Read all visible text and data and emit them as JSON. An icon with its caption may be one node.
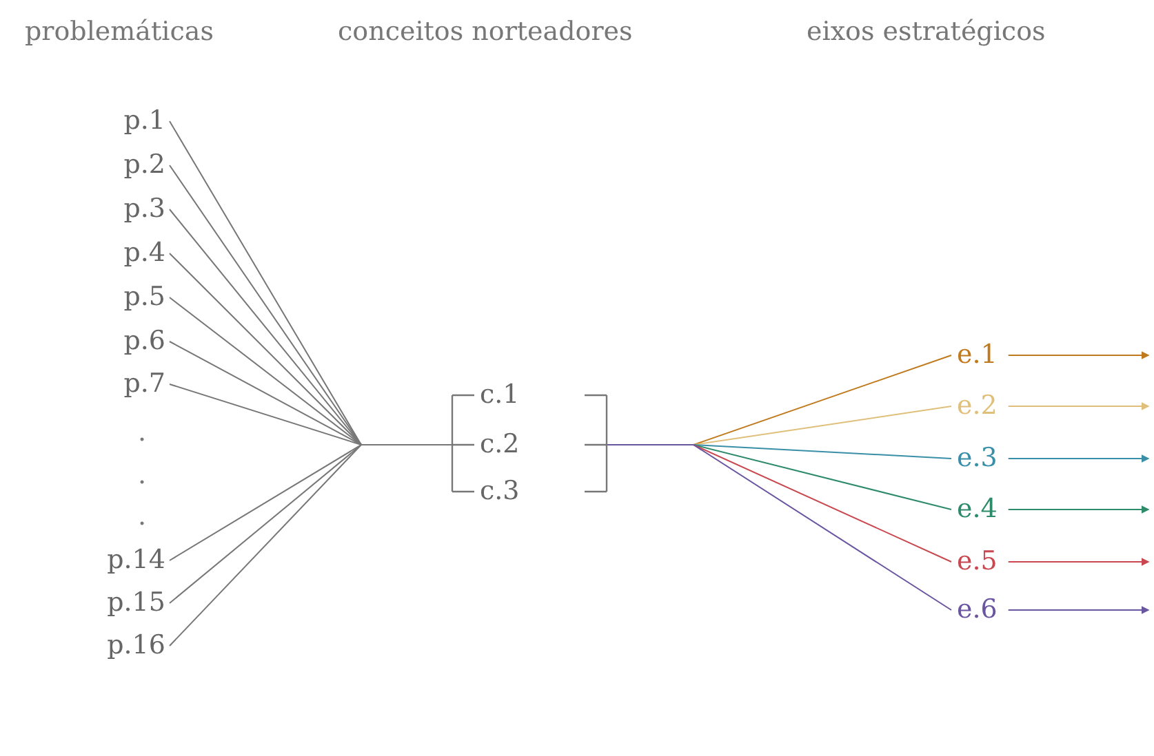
{
  "diagram": {
    "nodes": [
      {
        "text": [
          "p.1"
        ]
      },
      {
        "text": [
          "p.2"
        ]
      },
      {
        "text": [
          "p.3"
        ]
      },
      {
        "text": [
          "p.4"
        ]
      },
      {
        "text": [
          "p.5"
        ]
      },
      {
        "text": [
          "p.6"
        ]
      },
      {
        "text": [
          "p.7"
        ]
      },
      {
        "text": [
          "p.14"
        ]
      },
      {
        "text": [
          "p.15"
        ]
      },
      {
        "text": [
          "p.16"
        ]
      },
      {
        "text": [],
        "shape": "bracket"
      },
      {
        "text": [
          "c.1"
        ],
        "in": 10
      },
      {
        "text": [
          "c.2"
        ],
        "in": 10
      },
      {
        "text": [
          "c.3"
        ],
        "in": 10
      },
      {
        "text": [
          "e.1"
        ]
      },
      {
        "text": [
          "e.2"
        ]
      },
      {
        "text": [
          "e.3"
        ]
      },
      {
        "text": [
          "e.4"
        ]
      },
      {
        "text": [
          "e.5"
        ]
      },
      {
        "text": [
          "e.6"
        ]
      }
    ],
    "edges": [
      {
        "from": 0,
        "to": 10,
        "arrow": "none"
      },
      {
        "from": 1,
        "to": 10,
        "arrow": "none"
      },
      {
        "from": 2,
        "to": 10,
        "arrow": "none"
      },
      {
        "from": 3,
        "to": 10,
        "arrow": "none"
      },
      {
        "from": 4,
        "to": 10,
        "arrow": "none"
      },
      {
        "from": 5,
        "to": 10,
        "arrow": "none"
      },
      {
        "from": 6,
        "to": 10,
        "arrow": "none"
      },
      {
        "from": 7,
        "to": 10,
        "arrow": "none"
      },
      {
        "from": 8,
        "to": 10,
        "arrow": "none"
      },
      {
        "from": 9,
        "to": 10,
        "arrow": "none"
      },
      {
        "from": 10,
        "to": 14,
        "arrow": "none",
        "color": "#c07a1e"
      },
      {
        "from": 10,
        "to": 15,
        "arrow": "none",
        "color": "#e0bf7a"
      },
      {
        "from": 10,
        "to": 16,
        "arrow": "none",
        "color": "#3a8fa8"
      },
      {
        "from": 10,
        "to": 17,
        "arrow": "none",
        "color": "#2e8b6a"
      },
      {
        "from": 10,
        "to": 18,
        "arrow": "none",
        "color": "#c9484f"
      },
      {
        "from": 10,
        "to": 19,
        "arrow": "none",
        "color": "#6a55a0"
      },
      {
        "from": 14,
        "to": null,
        "arrow": "to",
        "color": "#c07a1e"
      },
      {
        "from": 15,
        "to": null,
        "arrow": "to",
        "color": "#e0bf7a"
      },
      {
        "from": 16,
        "to": null,
        "arrow": "to",
        "color": "#3a8fa8"
      },
      {
        "from": 17,
        "to": null,
        "arrow": "to",
        "color": "#2e8b6a"
      },
      {
        "from": 18,
        "to": null,
        "arrow": "to",
        "color": "#c9484f"
      },
      {
        "from": 19,
        "to": null,
        "arrow": "to",
        "color": "#6a55a0"
      }
    ],
    "labels": [
      "problemáticas",
      "conceitos norteadores",
      "eixos estratégicos",
      ".",
      ".",
      "."
    ]
  }
}
